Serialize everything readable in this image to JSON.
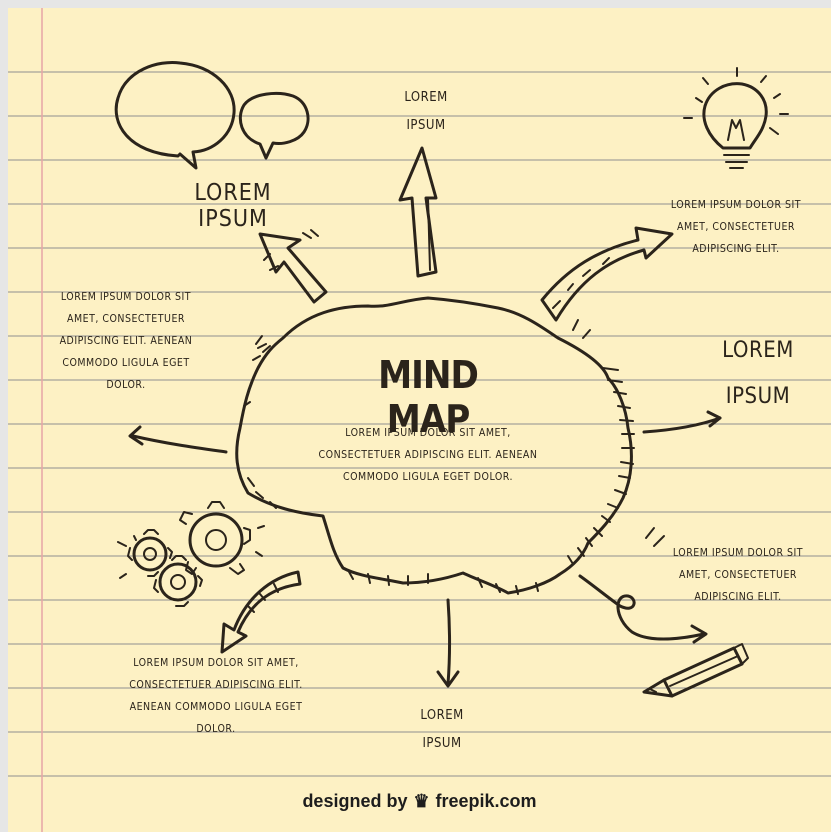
{
  "center": {
    "title": "MIND MAP",
    "body": "LOREM IPSUM DOLOR SIT AMET,\nCONSECTETUER ADIPISCING ELIT. AENEAN\nCOMMODO LIGULA EGET DOLOR."
  },
  "nodes": {
    "speech_label": "LOREM IPSUM",
    "top_label": "LOREM\nIPSUM",
    "bulb_text": "LOREM IPSUM DOLOR SIT\nAMET, CONSECTETUER\nADIPISCING ELIT.",
    "right_label": "LOREM\nIPSUM",
    "left_text": "LOREM IPSUM DOLOR SIT\nAMET, CONSECTETUER\nADIPISCING ELIT. AENEAN\nCOMMODO LIGULA EGET\nDOLOR.",
    "right_bottom_text": "LOREM IPSUM DOLOR SIT\nAMET, CONSECTETUER\nADIPISCING ELIT.",
    "bottom_label": "LOREM\nIPSUM",
    "gears_text": "LOREM IPSUM DOLOR SIT AMET,\nCONSECTETUER ADIPISCING ELIT.\nAENEAN COMMODO LIGULA EGET\nDOLOR."
  },
  "credit": {
    "prefix": "designed by",
    "brand": "freepik.com"
  },
  "colors": {
    "paper": "#fdf1c4",
    "ink": "#2b241b",
    "rule_line": "#8a8a8a",
    "margin_line": "#e7a6a6"
  },
  "icons": [
    "speech-bubbles-icon",
    "lightbulb-icon",
    "gears-icon",
    "pencil-icon",
    "brain-outline"
  ]
}
